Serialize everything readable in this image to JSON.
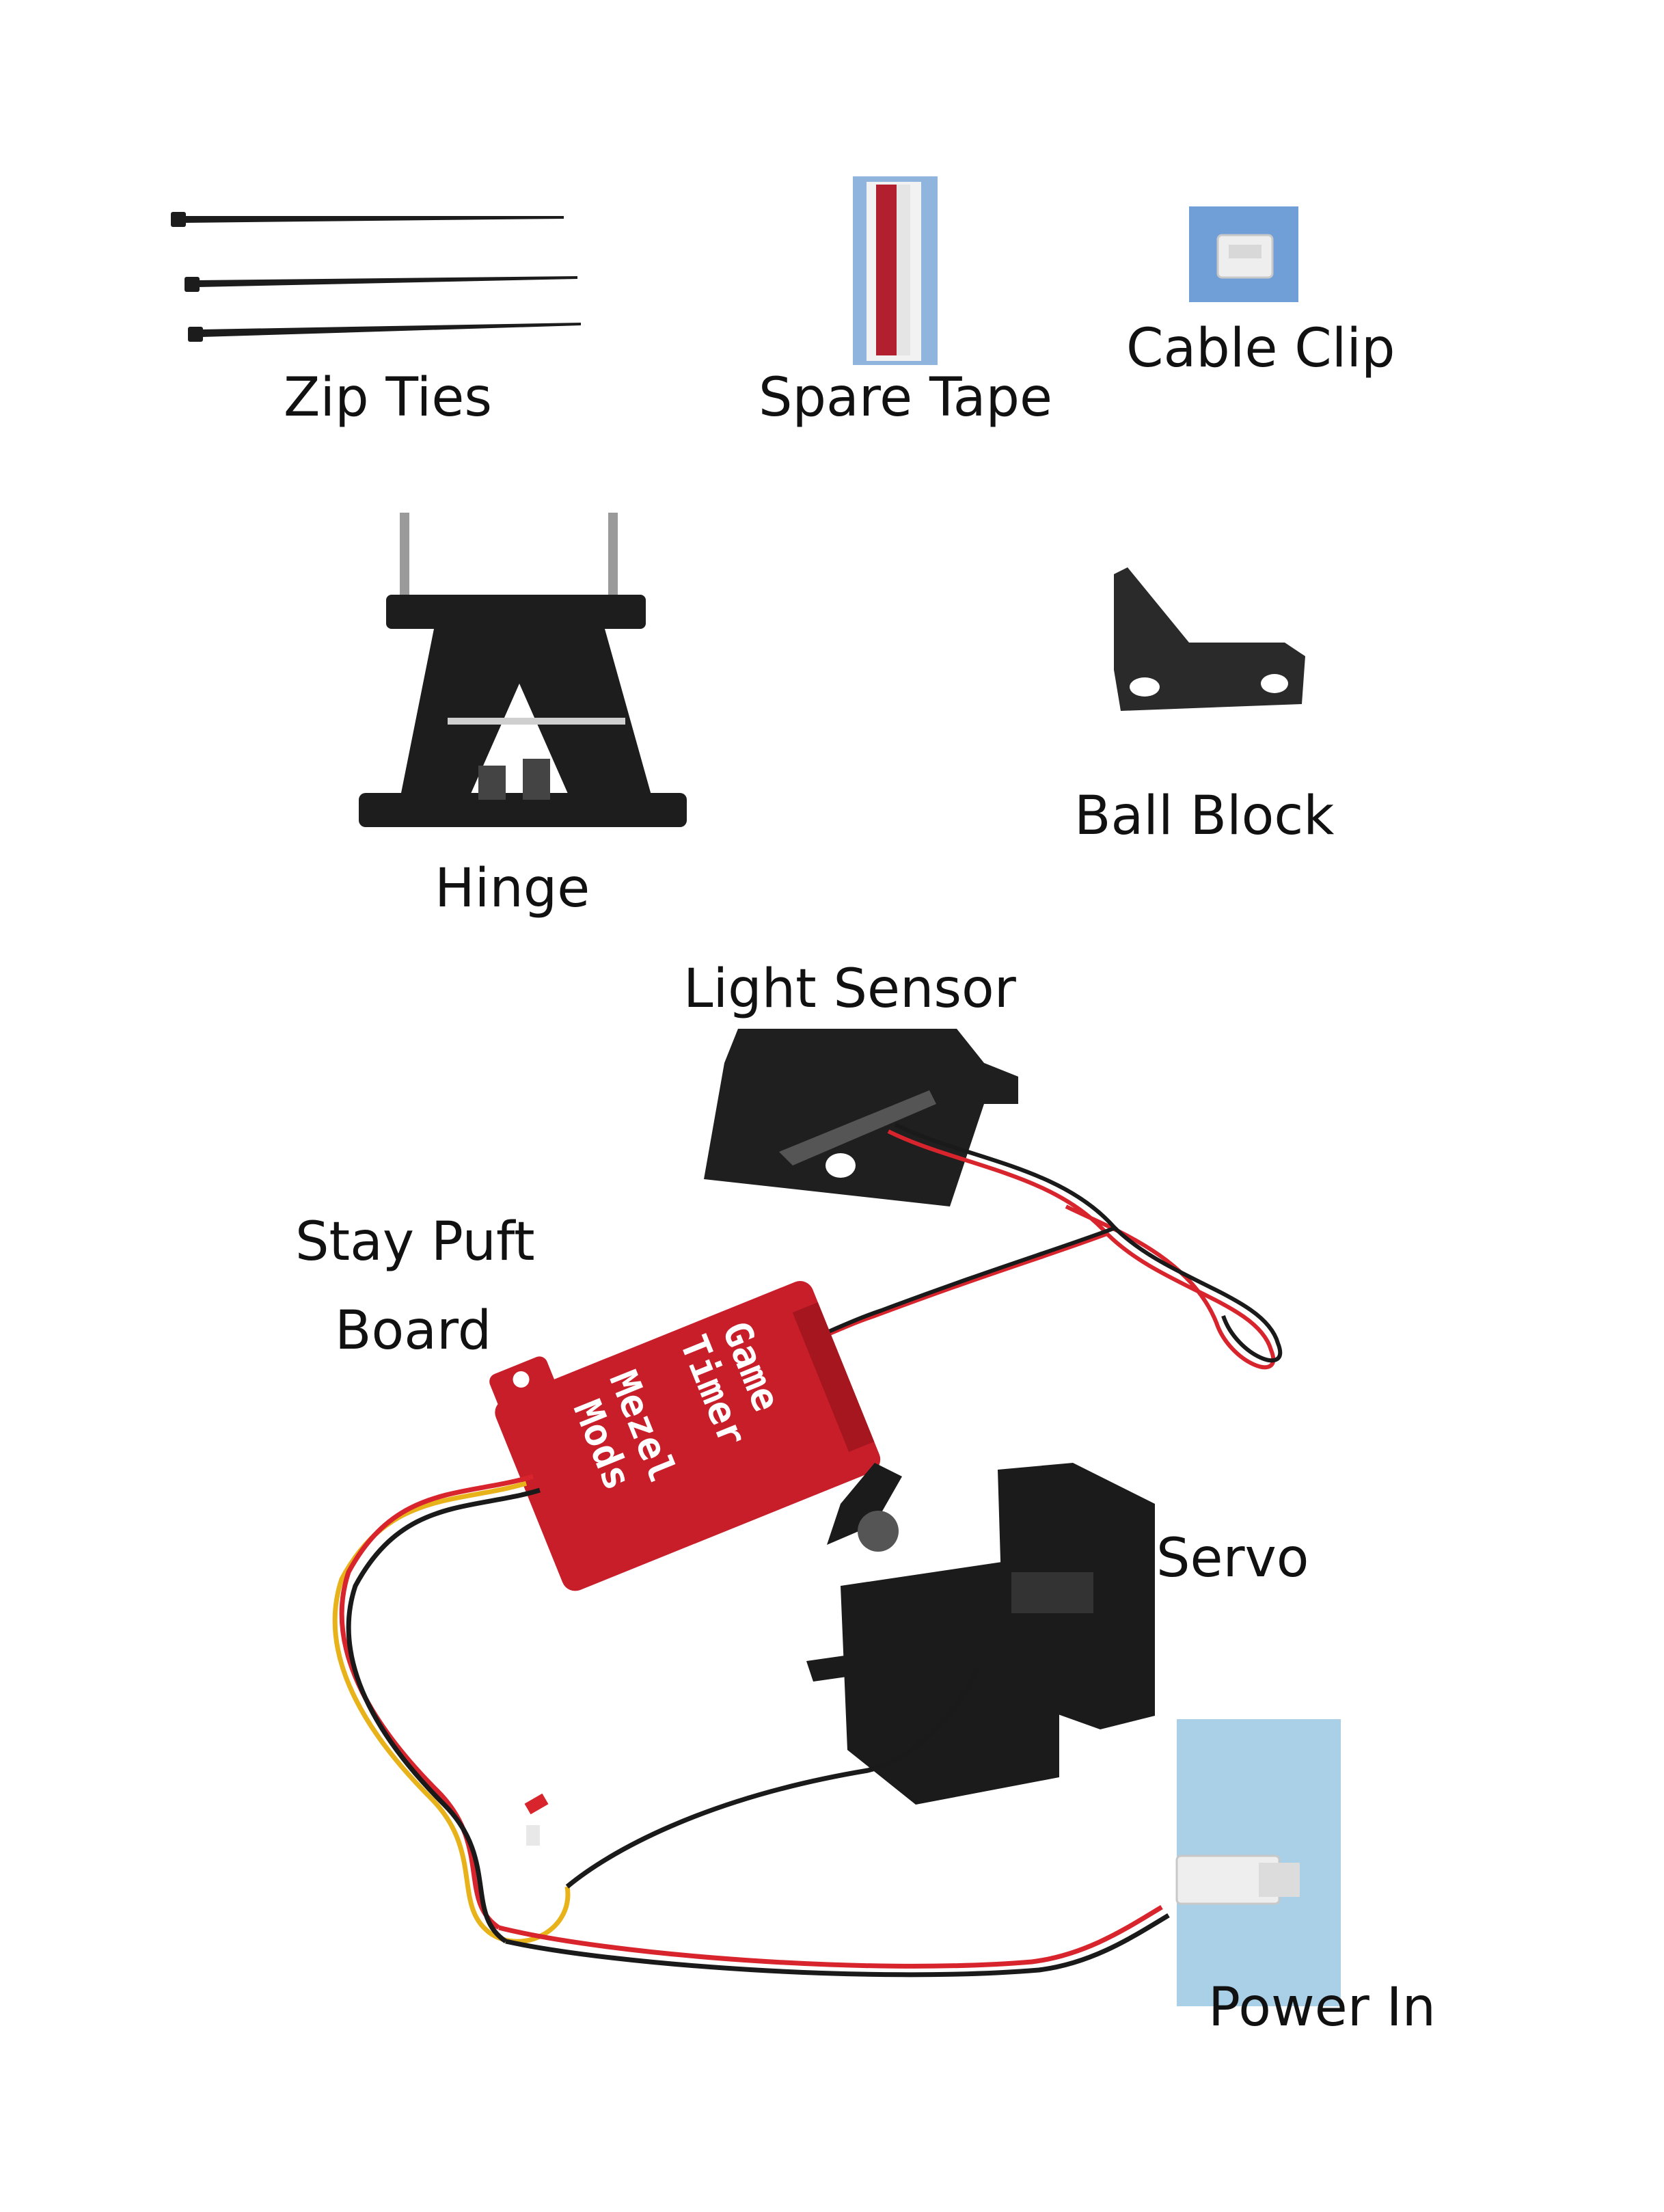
{
  "labels": {
    "zip_ties": "Zip Ties",
    "spare_tape": "Spare Tape",
    "cable_clip": "Cable Clip",
    "hinge": "Hinge",
    "ball_block": "Ball Block",
    "light_sensor": "Light Sensor",
    "stay_puft_line1": "Stay Puft",
    "stay_puft_line2": "Board",
    "servo": "Servo",
    "power_in": "Power In"
  },
  "board_engraving": {
    "line1": "Game",
    "line2": "Timer",
    "line3": "Mezel",
    "line4": "Mods"
  },
  "colors": {
    "board_red": "#c81e2a",
    "plastic_black": "#1d1d1d",
    "wire_red": "#d8242c",
    "wire_yellow": "#e8b21a",
    "clip_blue": "#6f9fd6",
    "tape_red": "#b22030"
  }
}
